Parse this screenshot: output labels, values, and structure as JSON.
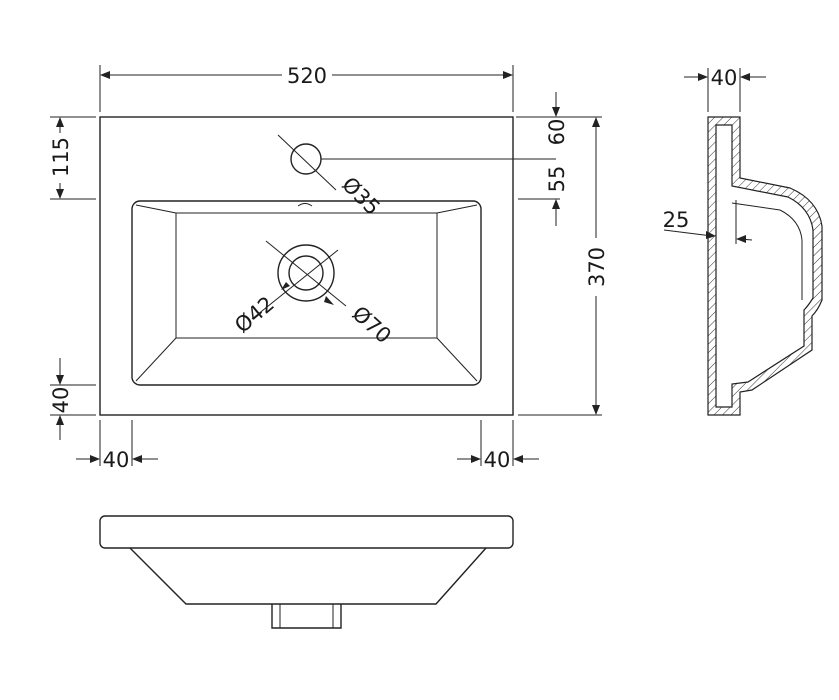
{
  "labels": {
    "overall_width": "520",
    "overall_depth": "370",
    "tap_offset_top": "115",
    "tap_hole_dia": "Ø35",
    "dim_60": "60",
    "dim_55": "55",
    "waste_inner_dia": "Ø42",
    "waste_outer_dia": "Ø70",
    "rim_front": "40",
    "rim_left": "40",
    "rim_right": "40",
    "side_rim": "40",
    "side_wall": "25"
  }
}
